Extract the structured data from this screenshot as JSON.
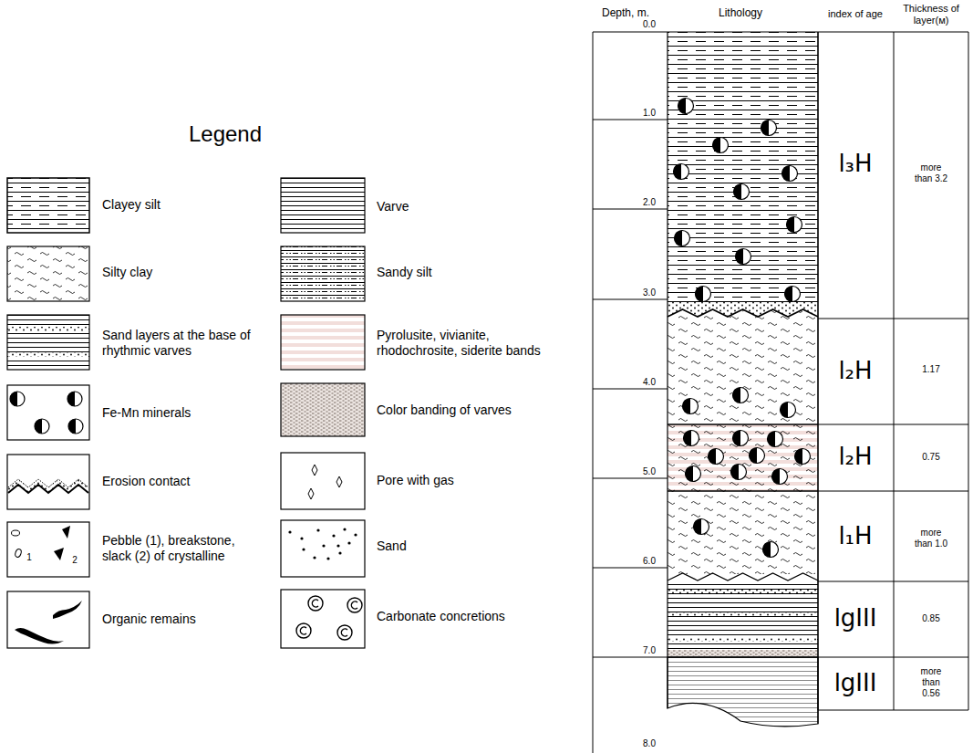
{
  "diagram": {
    "title": "Legend",
    "labels": [
      "Depth, m.",
      "Lithology",
      "index of age",
      "Thickness of layer(м)",
      "0.0",
      "1.0",
      "2.0",
      "3.0",
      "4.0",
      "5.0",
      "6.0",
      "7.0",
      "8.0",
      "l₃H",
      "l₂H",
      "l₂H",
      "l₁H",
      "lgIII",
      "lgIII",
      "more than 3.2",
      "1.17",
      "0.75",
      "more than 1.0",
      "0.85",
      "more than 0.56",
      "1",
      "2"
    ],
    "legend": [
      {
        "text": "Clayey silt"
      },
      {
        "text": "Silty clay"
      },
      {
        "text": "Sand layers at the base of rhythmic varves"
      },
      {
        "text": "Fe-Mn minerals"
      },
      {
        "text": "Erosion contact"
      },
      {
        "text": "Pebble (1), breakstone, slack (2) of crystalline"
      },
      {
        "text": "Organic remains"
      },
      {
        "text": "Varve"
      },
      {
        "text": "Sandy silt"
      },
      {
        "text": "Pyrolusite, vivianite, rhodochrosite, siderite bands"
      },
      {
        "text": "Color banding of varves"
      },
      {
        "text": "Pore with gas"
      },
      {
        "text": "Sand"
      },
      {
        "text": "Carbonate concretions"
      }
    ]
  }
}
